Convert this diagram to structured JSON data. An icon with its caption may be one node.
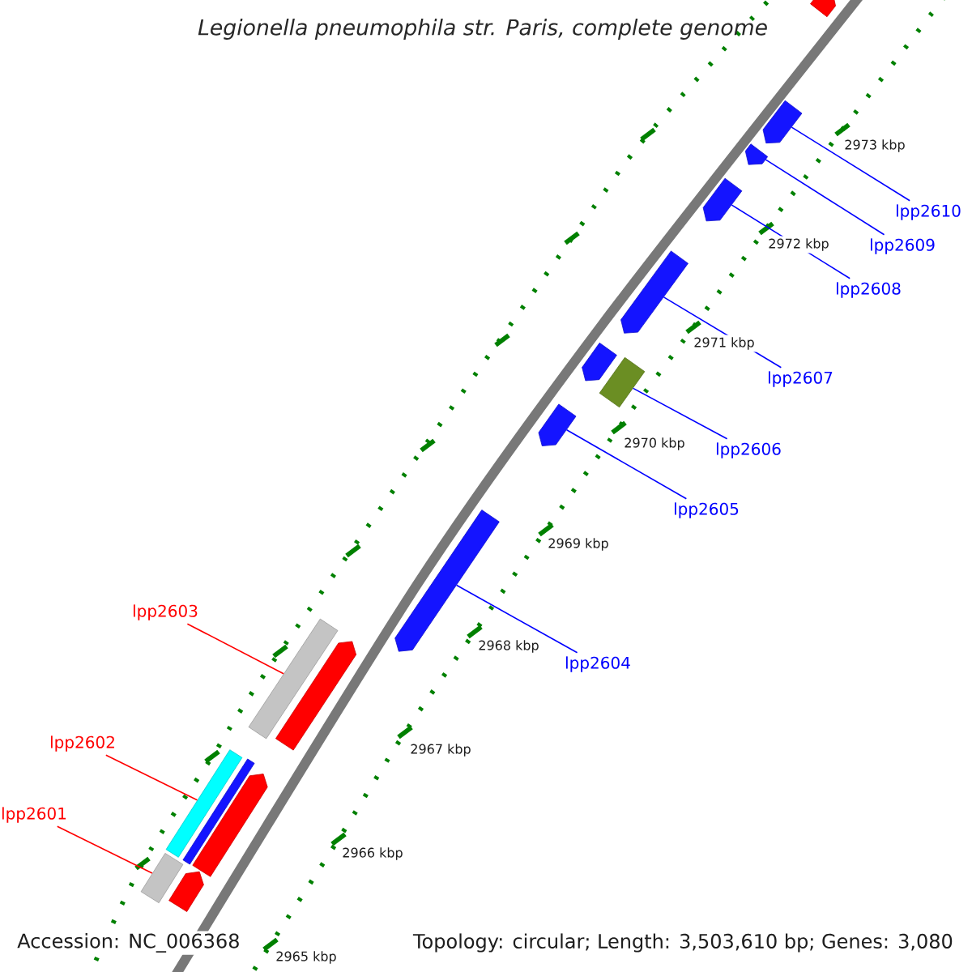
{
  "diagram": {
    "title": "Legionella pneumophila str. Paris, complete genome",
    "nodes": [
      {
        "text": [
          "lpp2610"
        ]
      },
      {
        "text": [
          "lpp2609"
        ]
      },
      {
        "text": [
          "lpp2608"
        ]
      },
      {
        "text": [
          "lpp2607"
        ]
      },
      {
        "text": [
          "lpp2606"
        ]
      },
      {
        "text": [
          "lpp2605"
        ]
      },
      {
        "text": [
          "lpp2604"
        ]
      },
      {
        "text": [
          "lpp2603"
        ]
      },
      {
        "text": [
          "lpp2602"
        ]
      },
      {
        "text": [
          "lpp2601"
        ]
      },
      {
        "text": [],
        "shape": "bar"
      },
      {
        "text": [],
        "shape": "bar"
      },
      {
        "text": [],
        "shape": "bar"
      },
      {
        "text": [],
        "shape": "bar"
      },
      {
        "text": [],
        "shape": "bar"
      },
      {
        "text": [],
        "shape": "bar"
      },
      {
        "text": [],
        "shape": "bar"
      },
      {
        "text": [],
        "shape": "bar"
      },
      {
        "text": [],
        "shape": "bar"
      },
      {
        "text": [],
        "shape": "bar"
      },
      {
        "text": [],
        "shape": "bar"
      },
      {
        "text": [],
        "shape": "bar"
      },
      {
        "text": [],
        "shape": "bar"
      },
      {
        "text": [],
        "shape": "bar"
      },
      {
        "text": [],
        "shape": "bar"
      },
      {
        "text": [],
        "shape": "bar"
      }
    ],
    "edges": [
      {
        "from": 0,
        "to": 11,
        "arrow": "none"
      },
      {
        "from": 1,
        "to": 12,
        "arrow": "none"
      },
      {
        "from": 2,
        "to": 13,
        "arrow": "none"
      },
      {
        "from": 3,
        "to": 14,
        "arrow": "none"
      },
      {
        "from": 4,
        "to": 16,
        "arrow": "none"
      },
      {
        "from": 5,
        "to": 17,
        "arrow": "none"
      },
      {
        "from": 6,
        "to": 18,
        "arrow": "none"
      },
      {
        "from": 7,
        "to": 19,
        "arrow": "none",
        "color": "#ff0000"
      },
      {
        "from": 8,
        "to": 21,
        "arrow": "none",
        "color": "#ff0000"
      },
      {
        "from": 9,
        "to": 24,
        "arrow": "none",
        "color": "#ff0000"
      }
    ],
    "labels": [
      "2973 kbp",
      "2972 kbp",
      "2971 kbp",
      "2970 kbp",
      "2969 kbp",
      "2968 kbp",
      "2967 kbp",
      "2966 kbp",
      "2965 kbp",
      "Accession: NC_006368",
      "Topology: circular; Length: 3,503,610 bp; Genes: 3,080"
    ]
  }
}
